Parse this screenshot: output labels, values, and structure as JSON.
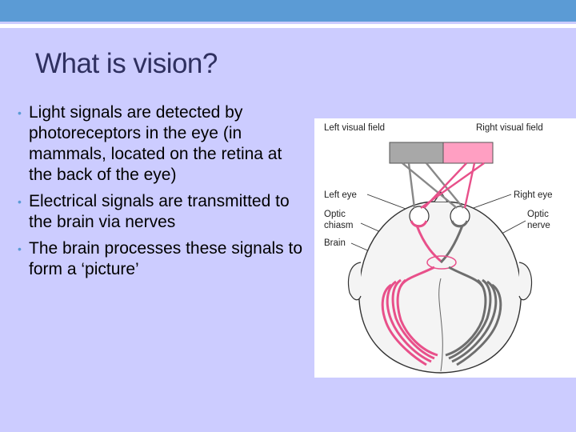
{
  "slide": {
    "title": "What is vision?",
    "bullets": [
      "Light signals are detected by photoreceptors in the eye (in mammals, located on the retina at the back of the eye)",
      "Electrical signals are transmitted to the brain via nerves",
      "The brain processes these signals to form a ‘picture’"
    ]
  },
  "figure": {
    "labels": {
      "left_visual_field": "Left visual field",
      "right_visual_field": "Right visual field",
      "left_eye": "Left eye",
      "right_eye": "Right eye",
      "optic_chiasm_line1": "Optic",
      "optic_chiasm_line2": "chiasm",
      "optic_nerve_line1": "Optic",
      "optic_nerve_line2": "nerve",
      "brain": "Brain"
    },
    "colors": {
      "left_field": "#a8a8a8",
      "right_field": "#ff9fc2",
      "pink_pathway": "#e8508a",
      "gray_pathway": "#6e6e6e"
    }
  },
  "theme": {
    "background": "#ccccff",
    "accent": "#5b9bd5",
    "title_color": "#2f3060"
  }
}
